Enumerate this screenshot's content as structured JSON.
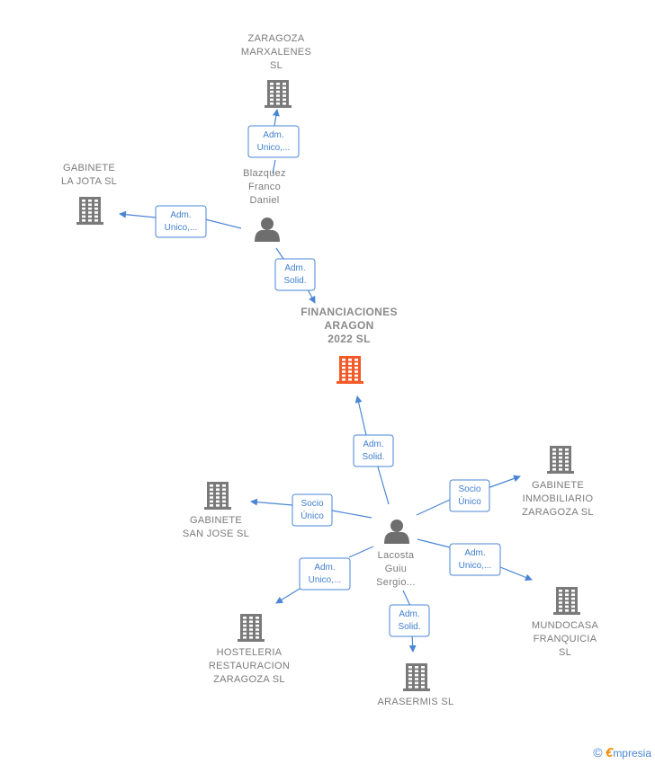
{
  "colors": {
    "building": "#7a7a7a",
    "focus": "#f25a28",
    "person": "#6e6e6e",
    "edge": "#4a86d4"
  },
  "nodes": [
    {
      "id": "zaragoza",
      "kind": "company",
      "label": [
        "ZARAGOZA",
        "MARXALENES",
        "SL"
      ]
    },
    {
      "id": "gabinete_jota",
      "kind": "company",
      "label": [
        "GABINETE",
        "LA JOTA  SL"
      ]
    },
    {
      "id": "blazquez",
      "kind": "person",
      "label": [
        "Blazquez",
        "Franco",
        "Daniel"
      ]
    },
    {
      "id": "financiaciones",
      "kind": "focus",
      "label": [
        "FINANCIACIONES",
        "ARAGON",
        "2022  SL"
      ]
    },
    {
      "id": "gabinete_inmob",
      "kind": "company",
      "label": [
        "GABINETE",
        "INMOBILIARIO",
        "ZARAGOZA  SL"
      ]
    },
    {
      "id": "gabinete_sanjose",
      "kind": "company",
      "label": [
        "GABINETE",
        "SAN JOSE  SL"
      ]
    },
    {
      "id": "lacosta",
      "kind": "person",
      "label": [
        "Lacosta",
        "Guiu",
        "Sergio..."
      ]
    },
    {
      "id": "mundocasa",
      "kind": "company",
      "label": [
        "MUNDOCASA",
        "FRANQUICIA",
        "SL"
      ]
    },
    {
      "id": "hosteleria",
      "kind": "company",
      "label": [
        "HOSTELERIA",
        "RESTAURACION",
        "ZARAGOZA  SL"
      ]
    },
    {
      "id": "arasermis",
      "kind": "company",
      "label": [
        "ARASERMIS SL"
      ]
    }
  ],
  "edges": [
    {
      "from": "blazquez",
      "to": "zaragoza",
      "label": [
        "Adm.",
        "Unico,..."
      ]
    },
    {
      "from": "blazquez",
      "to": "gabinete_jota",
      "label": [
        "Adm.",
        "Unico,..."
      ]
    },
    {
      "from": "blazquez",
      "to": "financiaciones",
      "label": [
        "Adm.",
        "Solid."
      ]
    },
    {
      "from": "lacosta",
      "to": "financiaciones",
      "label": [
        "Adm.",
        "Solid."
      ]
    },
    {
      "from": "lacosta",
      "to": "gabinete_inmob",
      "label": [
        "Socio",
        "Único"
      ]
    },
    {
      "from": "lacosta",
      "to": "gabinete_sanjose",
      "label": [
        "Socio",
        "Único"
      ]
    },
    {
      "from": "lacosta",
      "to": "mundocasa",
      "label": [
        "Adm.",
        "Unico,..."
      ]
    },
    {
      "from": "lacosta",
      "to": "hosteleria",
      "label": [
        "Adm.",
        "Unico,..."
      ]
    },
    {
      "from": "lacosta",
      "to": "arasermis",
      "label": [
        "Adm.",
        "Solid."
      ]
    }
  ],
  "credit": {
    "symbol": "©",
    "e": "€",
    "text": "mpresia"
  }
}
